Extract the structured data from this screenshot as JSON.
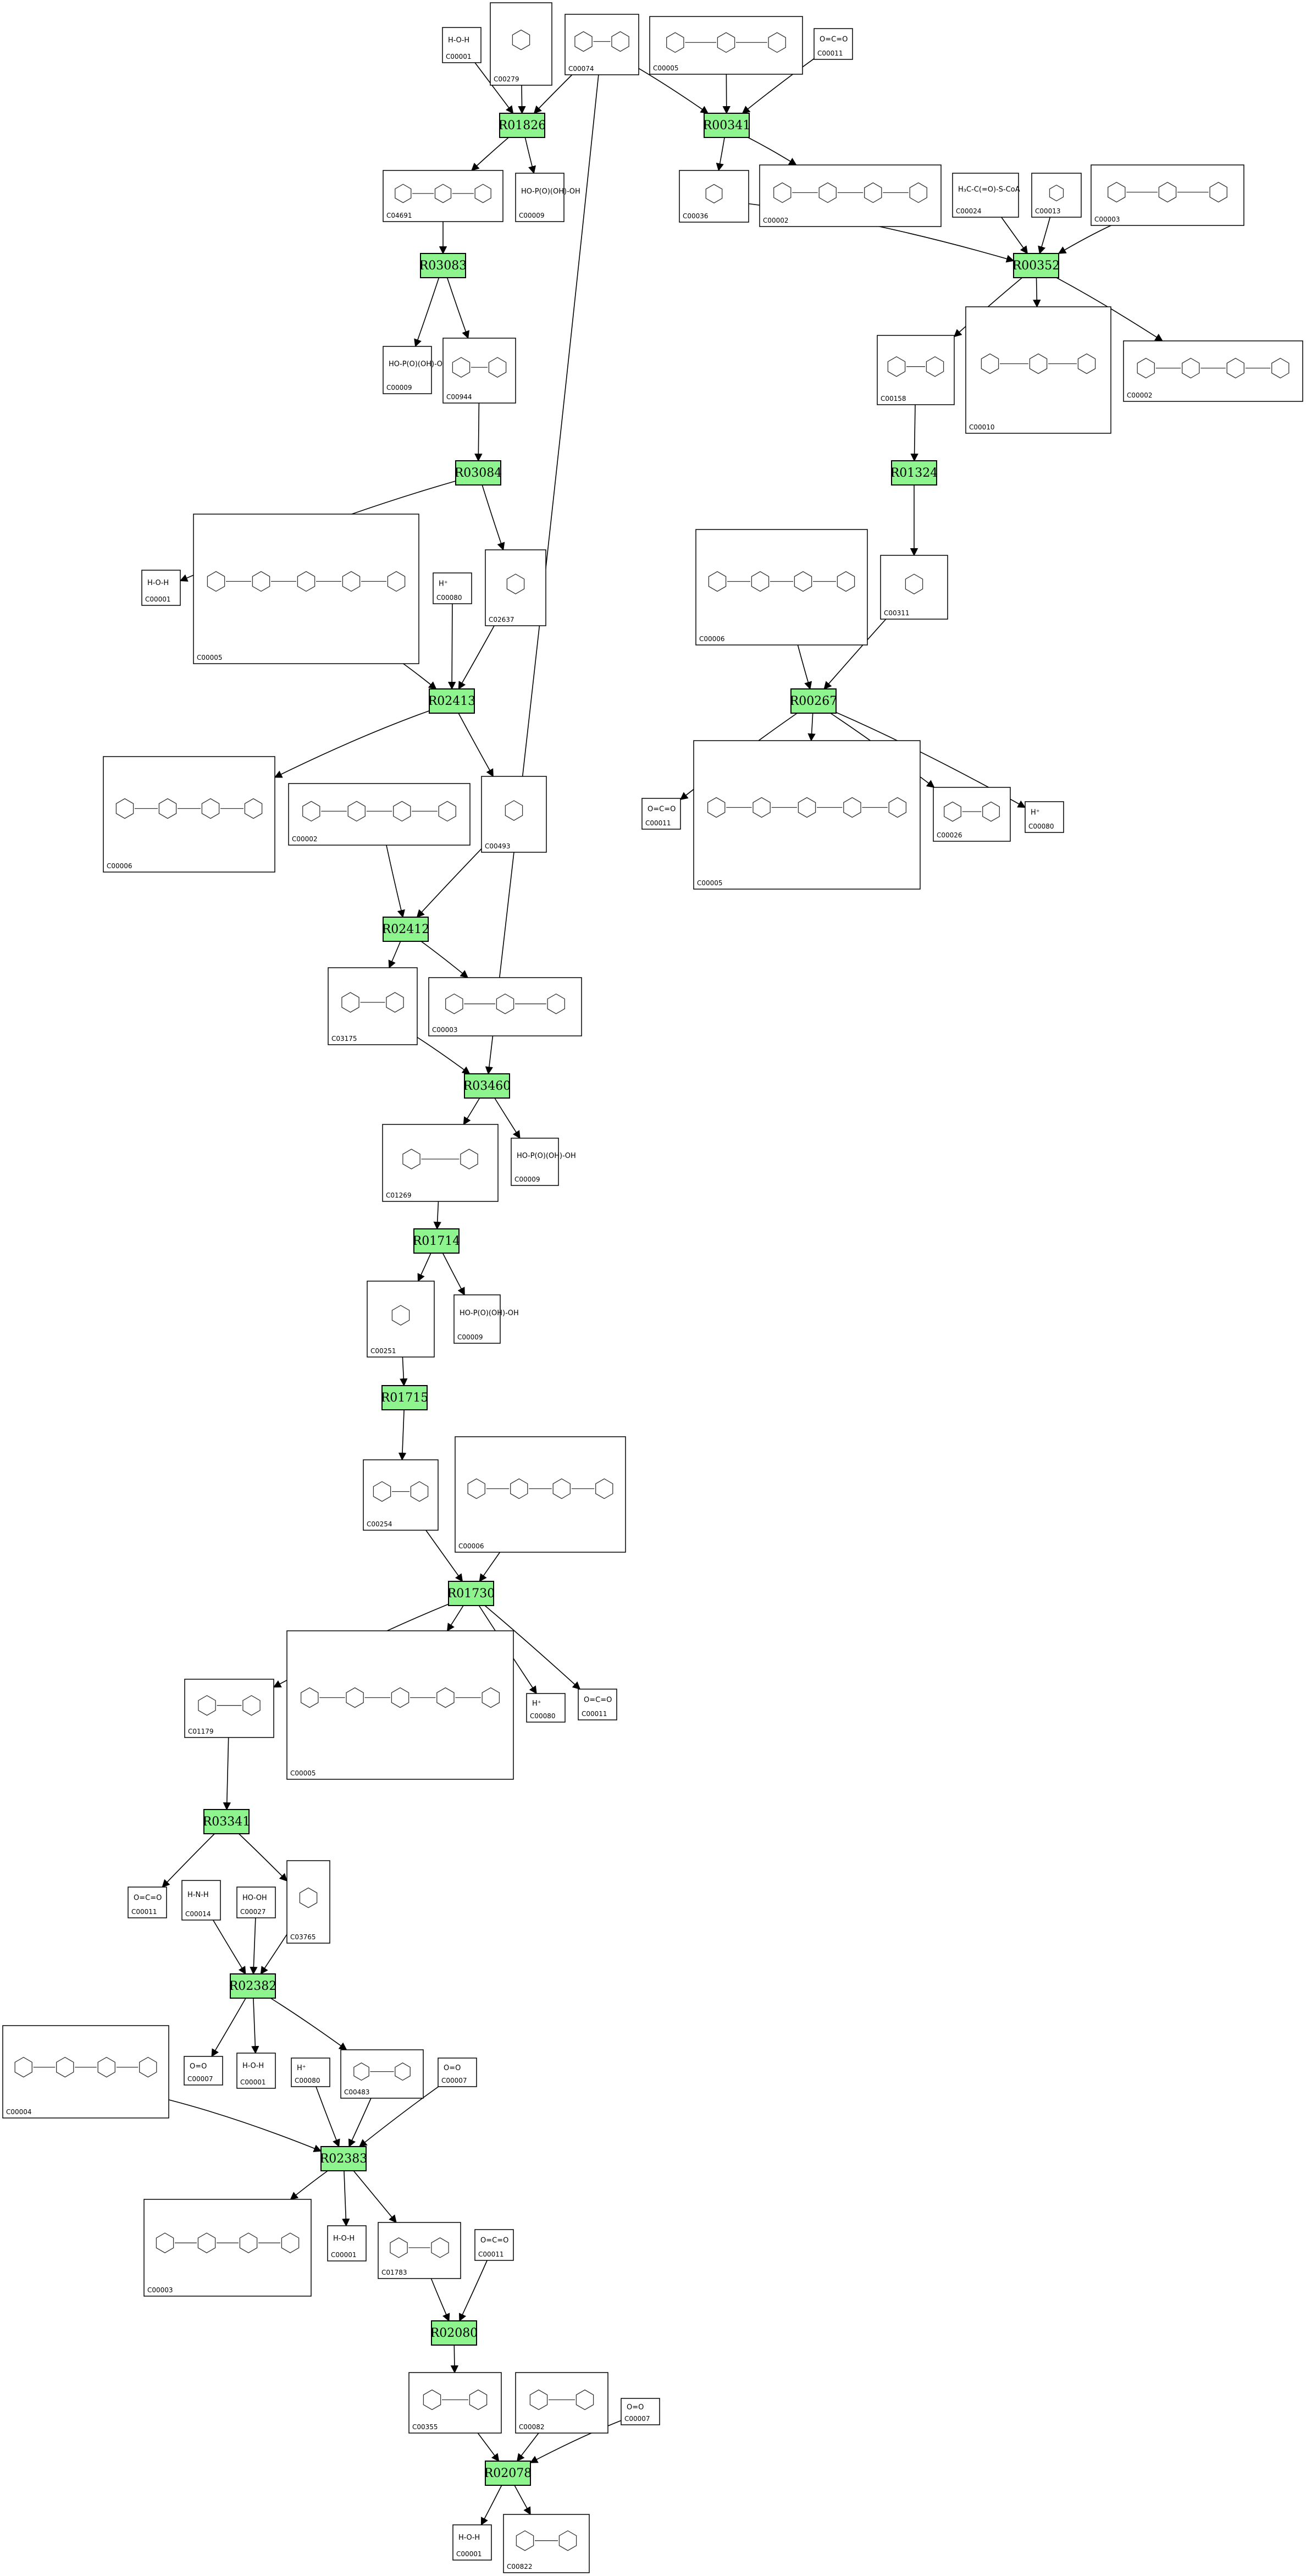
{
  "reactions": [
    {
      "id": "r01826",
      "label": "R01826"
    },
    {
      "id": "r00341",
      "label": "R00341"
    },
    {
      "id": "r03083",
      "label": "R03083"
    },
    {
      "id": "r00352",
      "label": "R00352"
    },
    {
      "id": "r03084",
      "label": "R03084"
    },
    {
      "id": "r01324",
      "label": "R01324"
    },
    {
      "id": "r02413",
      "label": "R02413"
    },
    {
      "id": "r00267",
      "label": "R00267"
    },
    {
      "id": "r02412",
      "label": "R02412"
    },
    {
      "id": "r03460",
      "label": "R03460"
    },
    {
      "id": "r01714",
      "label": "R01714"
    },
    {
      "id": "r01715",
      "label": "R01715"
    },
    {
      "id": "r01730",
      "label": "R01730"
    },
    {
      "id": "r03341",
      "label": "R03341"
    },
    {
      "id": "r02382",
      "label": "R02382"
    },
    {
      "id": "r02383",
      "label": "R02383"
    },
    {
      "id": "r02080",
      "label": "R02080"
    },
    {
      "id": "r02078",
      "label": "R02078"
    }
  ],
  "compounds": [
    {
      "id": "c1",
      "label": "C00001",
      "formula": "H‑O‑H"
    },
    {
      "id": "c2",
      "label": "C00279",
      "formula": ""
    },
    {
      "id": "c3",
      "label": "C00074",
      "formula": ""
    },
    {
      "id": "c4",
      "label": "C00005",
      "formula": ""
    },
    {
      "id": "c5",
      "label": "C00011",
      "formula": "O=C=O"
    },
    {
      "id": "c6",
      "label": "C04691",
      "formula": ""
    },
    {
      "id": "c7",
      "label": "C00009",
      "formula": "HO‑P(O)(OH)‑OH"
    },
    {
      "id": "c8",
      "label": "C00036",
      "formula": ""
    },
    {
      "id": "c9",
      "label": "C00002",
      "formula": ""
    },
    {
      "id": "c10",
      "label": "C00024",
      "formula": "H₃C‑C(=O)‑S‑CoA"
    },
    {
      "id": "c11",
      "label": "C00013",
      "formula": ""
    },
    {
      "id": "c12",
      "label": "C00003",
      "formula": ""
    },
    {
      "id": "c13",
      "label": "C00009",
      "formula": "HO‑P(O)(OH)‑OH"
    },
    {
      "id": "c14",
      "label": "C00944",
      "formula": ""
    },
    {
      "id": "c15",
      "label": "C00158",
      "formula": ""
    },
    {
      "id": "c16",
      "label": "C00010",
      "formula": ""
    },
    {
      "id": "c17",
      "label": "C00002",
      "formula": ""
    },
    {
      "id": "c18",
      "label": "C00001",
      "formula": "H‑O‑H"
    },
    {
      "id": "c19",
      "label": "C00005",
      "formula": ""
    },
    {
      "id": "c20",
      "label": "C00080",
      "formula": "H⁺"
    },
    {
      "id": "c21",
      "label": "C02637",
      "formula": ""
    },
    {
      "id": "c22",
      "label": "C00006",
      "formula": ""
    },
    {
      "id": "c23",
      "label": "C00311",
      "formula": ""
    },
    {
      "id": "c24",
      "label": "C00006",
      "formula": ""
    },
    {
      "id": "c25",
      "label": "C00002",
      "formula": ""
    },
    {
      "id": "c26",
      "label": "C00493",
      "formula": ""
    },
    {
      "id": "c27",
      "label": "C00011",
      "formula": "O=C=O"
    },
    {
      "id": "c28",
      "label": "C00005",
      "formula": ""
    },
    {
      "id": "c29",
      "label": "C00026",
      "formula": ""
    },
    {
      "id": "c30",
      "label": "C00080",
      "formula": "H⁺"
    },
    {
      "id": "c31",
      "label": "C03175",
      "formula": ""
    },
    {
      "id": "c32",
      "label": "C00003",
      "formula": ""
    },
    {
      "id": "c33",
      "label": "C01269",
      "formula": ""
    },
    {
      "id": "c34",
      "label": "C00009",
      "formula": "HO‑P(O)(OH)‑OH"
    },
    {
      "id": "c35",
      "label": "C00251",
      "formula": ""
    },
    {
      "id": "c36",
      "label": "C00009",
      "formula": "HO‑P(O)(OH)‑OH"
    },
    {
      "id": "c37",
      "label": "C00254",
      "formula": ""
    },
    {
      "id": "c38",
      "label": "C00006",
      "formula": ""
    },
    {
      "id": "c39",
      "label": "C01179",
      "formula": ""
    },
    {
      "id": "c40",
      "label": "C00005",
      "formula": ""
    },
    {
      "id": "c41",
      "label": "C00080",
      "formula": "H⁺"
    },
    {
      "id": "c42",
      "label": "C00011",
      "formula": "O=C=O"
    },
    {
      "id": "c43",
      "label": "C00011",
      "formula": "O=C=O"
    },
    {
      "id": "c44",
      "label": "C00014",
      "formula": "H‑N‑H"
    },
    {
      "id": "c45",
      "label": "C00027",
      "formula": "HO‑OH"
    },
    {
      "id": "c46",
      "label": "C03765",
      "formula": ""
    },
    {
      "id": "c47",
      "label": "C00007",
      "formula": "O=O"
    },
    {
      "id": "c48",
      "label": "C00001",
      "formula": "H‑O‑H"
    },
    {
      "id": "c49",
      "label": "C00080",
      "formula": "H⁺"
    },
    {
      "id": "c50",
      "label": "C00483",
      "formula": ""
    },
    {
      "id": "c51",
      "label": "C00007",
      "formula": "O=O"
    },
    {
      "id": "c52",
      "label": "C00004",
      "formula": ""
    },
    {
      "id": "c53",
      "label": "C00003",
      "formula": ""
    },
    {
      "id": "c54",
      "label": "C00001",
      "formula": "H‑O‑H"
    },
    {
      "id": "c55",
      "label": "C01783",
      "formula": ""
    },
    {
      "id": "c56",
      "label": "C00011",
      "formula": "O=C=O"
    },
    {
      "id": "c57",
      "label": "C00355",
      "formula": ""
    },
    {
      "id": "c58",
      "label": "C00082",
      "formula": ""
    },
    {
      "id": "c59",
      "label": "C00007",
      "formula": "O=O"
    },
    {
      "id": "c60",
      "label": "C00001",
      "formula": "H‑O‑H"
    },
    {
      "id": "c61",
      "label": "C00822",
      "formula": ""
    }
  ],
  "edges": [
    [
      "c1",
      "r01826"
    ],
    [
      "c2",
      "r01826"
    ],
    [
      "c3",
      "r01826"
    ],
    [
      "r01826",
      "c6"
    ],
    [
      "r01826",
      "c7"
    ],
    [
      "c4",
      "r00341"
    ],
    [
      "c3",
      "r00341"
    ],
    [
      "c5",
      "r00341"
    ],
    [
      "r00341",
      "c8"
    ],
    [
      "r00341",
      "c9"
    ],
    [
      "c6",
      "r03083"
    ],
    [
      "r03083",
      "c13"
    ],
    [
      "r03083",
      "c14"
    ],
    [
      "c8",
      "r00352"
    ],
    [
      "c10",
      "r00352"
    ],
    [
      "c11",
      "r00352"
    ],
    [
      "c12",
      "r00352"
    ],
    [
      "r00352",
      "c15"
    ],
    [
      "r00352",
      "c16"
    ],
    [
      "r00352",
      "c17"
    ],
    [
      "c14",
      "r03084"
    ],
    [
      "r03084",
      "c18"
    ],
    [
      "r03084",
      "c21"
    ],
    [
      "c15",
      "r01324"
    ],
    [
      "r01324",
      "c23"
    ],
    [
      "c19",
      "r02413"
    ],
    [
      "c20",
      "r02413"
    ],
    [
      "c21",
      "r02413"
    ],
    [
      "r02413",
      "c24"
    ],
    [
      "r02413",
      "c26"
    ],
    [
      "c22",
      "r00267"
    ],
    [
      "c23",
      "r00267"
    ],
    [
      "r00267",
      "c27"
    ],
    [
      "r00267",
      "c28"
    ],
    [
      "r00267",
      "c29"
    ],
    [
      "r00267",
      "c30"
    ],
    [
      "c25",
      "r02412"
    ],
    [
      "c26",
      "r02412"
    ],
    [
      "r02412",
      "c31"
    ],
    [
      "r02412",
      "c32"
    ],
    [
      "c31",
      "r03460"
    ],
    [
      "c3",
      "r03460"
    ],
    [
      "r03460",
      "c33"
    ],
    [
      "r03460",
      "c34"
    ],
    [
      "c33",
      "r01714"
    ],
    [
      "r01714",
      "c35"
    ],
    [
      "r01714",
      "c36"
    ],
    [
      "c35",
      "r01715"
    ],
    [
      "r01715",
      "c37"
    ],
    [
      "c37",
      "r01730"
    ],
    [
      "c38",
      "r01730"
    ],
    [
      "r01730",
      "c39"
    ],
    [
      "r01730",
      "c40"
    ],
    [
      "r01730",
      "c41"
    ],
    [
      "r01730",
      "c42"
    ],
    [
      "c39",
      "r03341"
    ],
    [
      "r03341",
      "c43"
    ],
    [
      "r03341",
      "c46"
    ],
    [
      "c44",
      "r02382"
    ],
    [
      "c45",
      "r02382"
    ],
    [
      "c46",
      "r02382"
    ],
    [
      "r02382",
      "c47"
    ],
    [
      "r02382",
      "c48"
    ],
    [
      "r02382",
      "c50"
    ],
    [
      "c49",
      "r02383"
    ],
    [
      "c50",
      "r02383"
    ],
    [
      "c51",
      "r02383"
    ],
    [
      "c52",
      "r02383"
    ],
    [
      "r02383",
      "c53"
    ],
    [
      "r02383",
      "c54"
    ],
    [
      "r02383",
      "c55"
    ],
    [
      "c55",
      "r02080"
    ],
    [
      "c56",
      "r02080"
    ],
    [
      "r02080",
      "c57"
    ],
    [
      "c57",
      "r02078"
    ],
    [
      "c58",
      "r02078"
    ],
    [
      "c59",
      "r02078"
    ],
    [
      "r02078",
      "c60"
    ],
    [
      "r02078",
      "c61"
    ]
  ]
}
